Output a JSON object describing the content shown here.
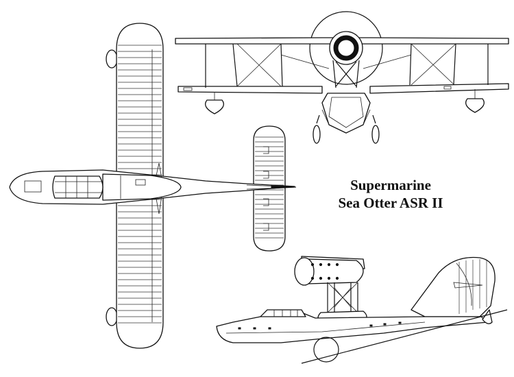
{
  "title": {
    "line1": "Supermarine",
    "line2": "Sea Otter ASR II"
  },
  "views": [
    "top-view",
    "front-view",
    "side-view"
  ],
  "colors": {
    "ink": "#111111",
    "paper": "#ffffff"
  }
}
